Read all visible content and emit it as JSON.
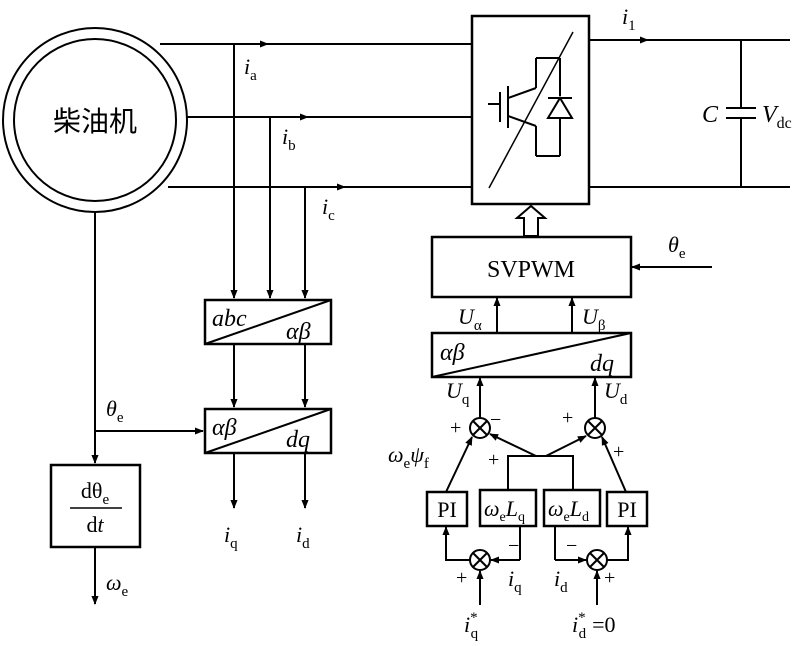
{
  "machine_label": "柴油机",
  "currents": {
    "ia": {
      "main": "i",
      "sub": "a"
    },
    "ib": {
      "main": "i",
      "sub": "b"
    },
    "ic": {
      "main": "i",
      "sub": "c"
    },
    "i1": {
      "main": "i",
      "sub": "1"
    },
    "iq_out": {
      "main": "i",
      "sub": "q"
    },
    "id_out": {
      "main": "i",
      "sub": "d"
    },
    "iq_fb": {
      "main": "i",
      "sub": "q"
    },
    "id_fb": {
      "main": "i",
      "sub": "d"
    }
  },
  "capacitor": {
    "c": "C",
    "v": "V",
    "vsub": "dc"
  },
  "svpwm_label": "SVPWM",
  "theta_e": {
    "main": "θ",
    "sub": "e"
  },
  "transform_abc": {
    "left": "abc",
    "right": "αβ"
  },
  "transform_ab_dq": {
    "left": "αβ",
    "right": "dq"
  },
  "transform_inv": {
    "left": "αβ",
    "right": "dq"
  },
  "u_alpha": {
    "main": "U",
    "sub": "α"
  },
  "u_beta": {
    "main": "U",
    "sub": "β"
  },
  "u_q": {
    "main": "U",
    "sub": "q"
  },
  "u_d": {
    "main": "U",
    "sub": "d"
  },
  "deriv": {
    "num_main": "dθ",
    "num_sub": "e",
    "den_d": "d",
    "den_t": "t"
  },
  "omega_out": {
    "main": "ω",
    "sub": "e"
  },
  "flux_term": {
    "w": "ω",
    "wsub": "e",
    "psi": "ψ",
    "psisub": "f"
  },
  "pi_label": "PI",
  "cross_q": {
    "w": "ω",
    "wsub": "e",
    "L": "L",
    "Lsub": "q"
  },
  "cross_d": {
    "w": "ω",
    "wsub": "e",
    "L": "L",
    "Lsub": "d"
  },
  "iq_ref": {
    "main": "i",
    "sub": "q",
    "sup": "*"
  },
  "id_ref": {
    "main": "i",
    "sub": "d",
    "sup": "*",
    "eq": "=0"
  },
  "signs": {
    "plus": "+",
    "minus": "−"
  }
}
